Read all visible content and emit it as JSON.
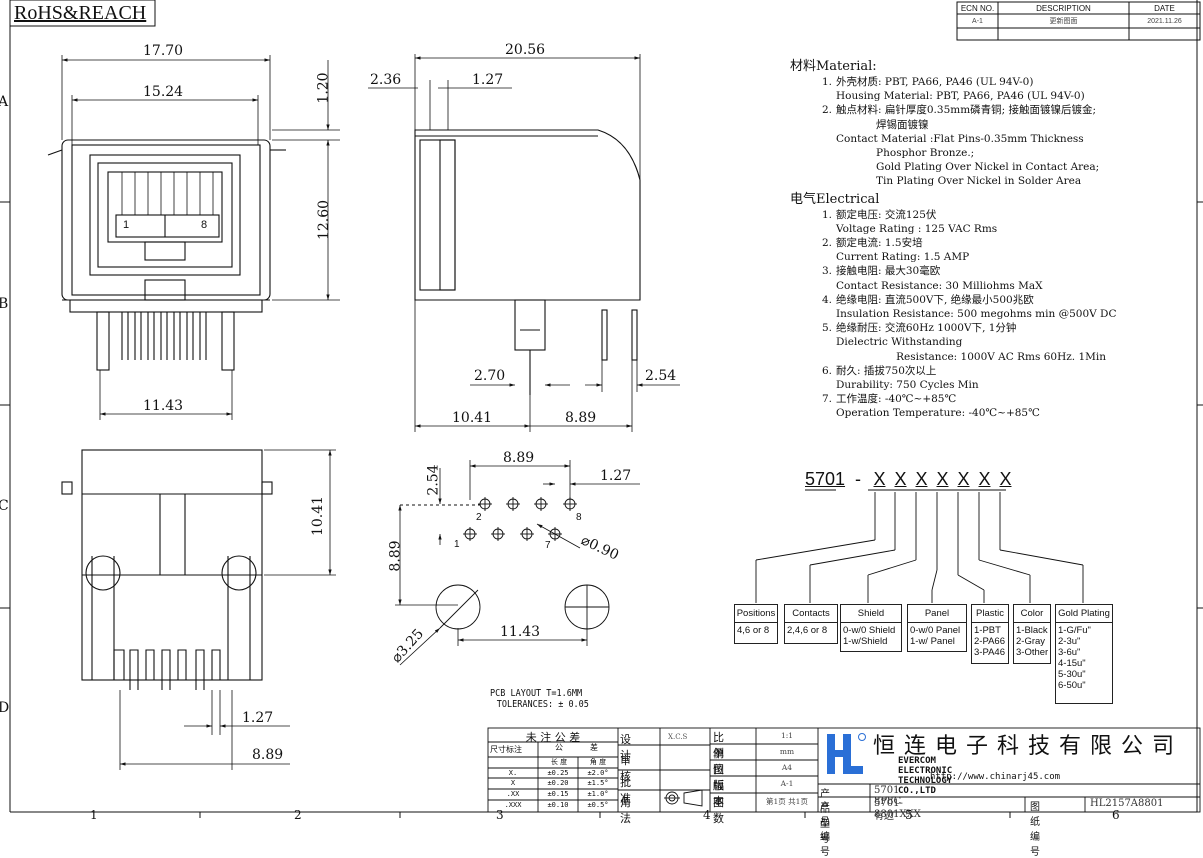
{
  "header": {
    "rohs": "RoHS&REACH",
    "ecn_headers": [
      "ECN NO.",
      "DESCRIPTION",
      "DATE"
    ],
    "ecn_row": [
      "A-1",
      "更新图面",
      "2021.11.26"
    ]
  },
  "border": {
    "rows": [
      "A",
      "B",
      "C",
      "D"
    ],
    "cols": [
      "1",
      "2",
      "3",
      "4",
      "5",
      "6"
    ]
  },
  "dims": {
    "front_width": "17.70",
    "front_inner": "15.24",
    "front_top": "1.20",
    "front_height": "12.60",
    "front_pin_span": "11.43",
    "side_length": "20.56",
    "side_lead": "2.36",
    "side_lead2": "1.27",
    "side_post": "2.70",
    "side_pin": "2.54",
    "side_bottom1": "10.41",
    "side_bottom2": "8.89",
    "bottom_height": "10.41",
    "bottom_pitch": "1.27",
    "bottom_span": "8.89",
    "pcb_top": "8.89",
    "pcb_pitch": "1.27",
    "pcb_row": "2.54",
    "pcb_vert": "8.89",
    "pcb_hole": "⌀0.90",
    "pcb_post": "⌀3.25",
    "pcb_post_span": "11.43",
    "pin_labels": [
      "1",
      "2",
      "7",
      "8"
    ],
    "jack_labels": [
      "1",
      "8"
    ]
  },
  "pcb_note": [
    "PCB LAYOUT T=1.6MM",
    "TOLERANCES: ± 0.05"
  ],
  "spec": {
    "material_head": "材料Material:",
    "material": [
      {
        "num": "1.",
        "lines": [
          "外壳材质: PBT, PA66, PA46 (UL 94V-0)",
          "Housing Material: PBT, PA66, PA46 (UL 94V-0)"
        ]
      },
      {
        "num": "2.",
        "lines": [
          "触点材料: 扁针厚度0.35mm磷青铜; 接触面镀镍后镀金;",
          "            焊锡面镀镍",
          "Contact Material :Flat Pins-0.35mm Thickness",
          "            Phosphor Bronze.;",
          "            Gold Plating Over Nickel in Contact Area;",
          "            Tin Plating Over Nickel in Solder Area"
        ]
      }
    ],
    "electrical_head": "电气Electrical",
    "electrical": [
      {
        "num": "1.",
        "lines": [
          "额定电压: 交流125伏",
          "Voltage Rating : 125 VAC Rms"
        ]
      },
      {
        "num": "2.",
        "lines": [
          "额定电流: 1.5安培",
          "Current Rating: 1.5 AMP"
        ]
      },
      {
        "num": "3.",
        "lines": [
          "接触电阻: 最大30毫欧",
          "Contact Resistance: 30 Milliohms MaX"
        ]
      },
      {
        "num": "4.",
        "lines": [
          "绝缘电阻: 直流500V下, 绝缘最小500兆欧",
          "Insulation Resistance: 500 megohms min @500V DC"
        ]
      },
      {
        "num": "5.",
        "lines": [
          "绝缘耐压: 交流60Hz 1000V下, 1分钟",
          "Dielectric Withstanding",
          "                  Resistance: 1000V AC Rms 60Hz. 1Min"
        ]
      },
      {
        "num": "6.",
        "lines": [
          "耐久: 插拔750次以上",
          "Durability: 750 Cycles Min"
        ]
      },
      {
        "num": "7.",
        "lines": [
          "工作温度: -40℃~+85℃",
          "Operation Temperature: -40℃~+85℃"
        ]
      }
    ]
  },
  "part_code": {
    "base": "5701",
    "dash": "-",
    "slots": [
      "X",
      "X",
      "X",
      "X",
      "X",
      "X",
      "X"
    ]
  },
  "option_boxes": [
    {
      "title": "Positions",
      "body": "4,6 or 8"
    },
    {
      "title": "Contacts",
      "body": "2,4,6 or 8"
    },
    {
      "title": "Shield",
      "body": "0-w/0 Shield\n1-w/Shield"
    },
    {
      "title": "Panel",
      "body": "0-w/0 Panel\n1-w/ Panel"
    },
    {
      "title": "Plastic",
      "body": "1-PBT\n2-PA66\n3-PA46"
    },
    {
      "title": "Color",
      "body": "1-Black\n2-Gray\n3-Other"
    },
    {
      "title": "Gold Plating",
      "body": "1-G/Fu\"\n2-3u\"\n3-6u\"\n4-15u\"\n5-30u\"\n6-50u\""
    }
  ],
  "title_block": {
    "tol_head": "未 注 公 差",
    "tol_label": "尺寸标注",
    "tol_sub": [
      "公",
      "差"
    ],
    "tol_cols": [
      "长 度",
      "角 度"
    ],
    "tol_rows": [
      [
        "X.",
        "±0.25",
        "±2.0°"
      ],
      [
        "X",
        "±0.20",
        "±1.5°"
      ],
      [
        ".XX",
        "±0.15",
        "±1.0°"
      ],
      [
        ".XXX",
        "±0.10",
        "±0.5°"
      ]
    ],
    "roles": [
      "设 计",
      "审 核",
      "批 准",
      "角 法"
    ],
    "designer": "X.C.S",
    "scale_labels": [
      "比 例",
      "单 位",
      "图 幅",
      "版 本",
      "图 数"
    ],
    "scale_values": [
      "1:1",
      "mm",
      "A4",
      "A-1",
      "第1页 共1页"
    ],
    "company_cn": "恒 连 电 子 科 技 有 限 公 司",
    "company_en": "EVERCOM ELECTRONIC TECHNOLOGY CO.,LTD",
    "url": "http://www.chinarj45.com",
    "model_label": "产品型号",
    "model_value": "5701 8P8C 有边",
    "code_label": "产品编号",
    "code_value": "5701-8801XXX",
    "drawing_label": "图纸编号",
    "drawing_value": "HL2157A8801"
  }
}
